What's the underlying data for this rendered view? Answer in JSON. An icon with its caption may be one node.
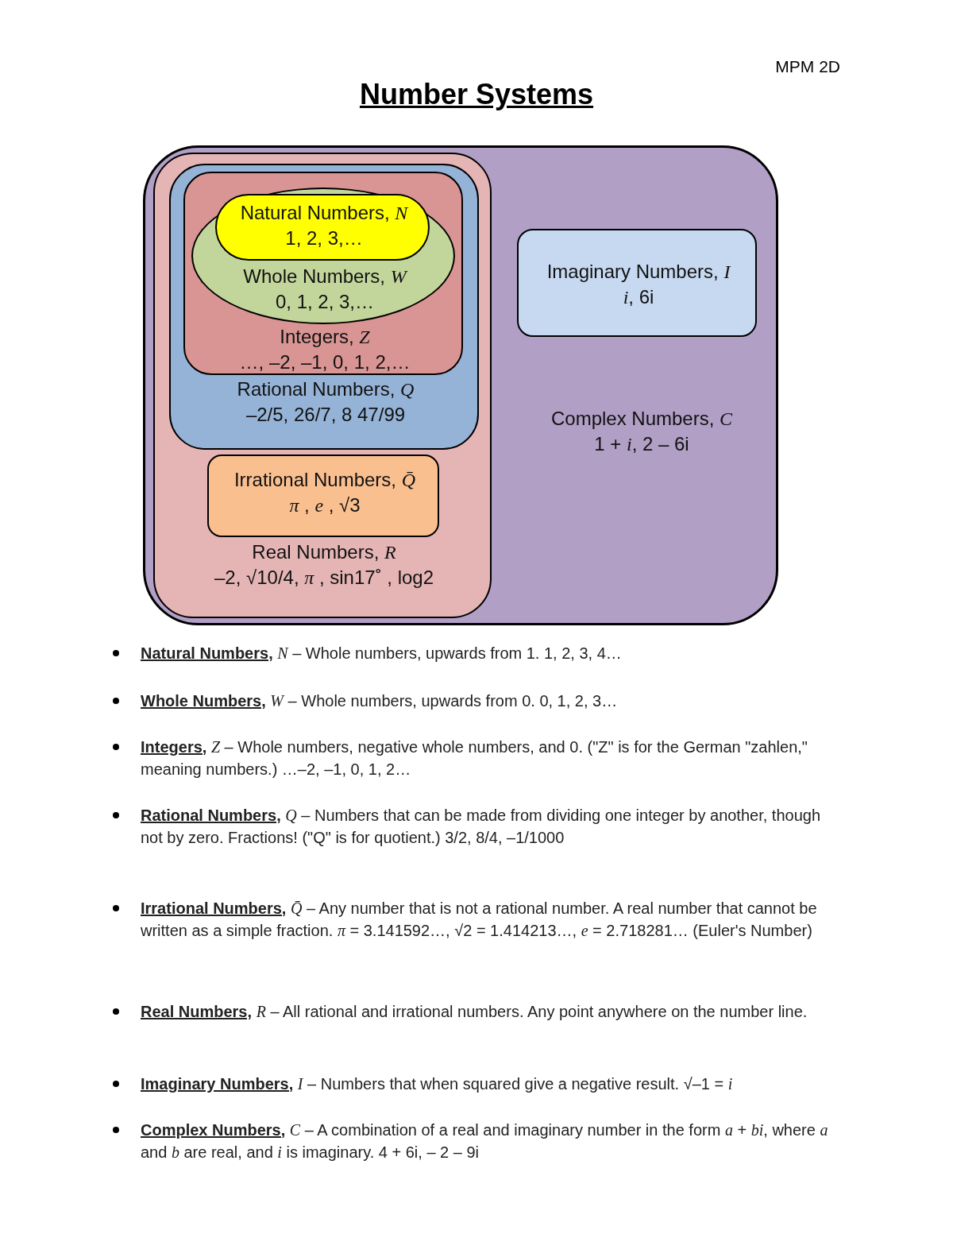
{
  "diagram": {
    "title": "Number Systems",
    "nodes": [
      {
        "text": [
          "Complex Numbers, *C*",
          "1 + *i*, 2 – 6i"
        ]
      },
      {
        "text": [
          "Real Numbers, *R*",
          "–2, √10/4, *π* , sin17˚ , log2"
        ],
        "in": 0
      },
      {
        "text": [
          "Rational Numbers, *Q*",
          "–2/5, 26/7, 8 47/99"
        ],
        "in": 1
      },
      {
        "text": [
          "Integers, *Z*",
          "…, –2, –1, 0, 1, 2,…"
        ],
        "in": 2
      },
      {
        "text": [
          "Whole Numbers, *W*",
          "0, 1, 2, 3,…"
        ],
        "in": 3
      },
      {
        "text": [
          "Natural Numbers, *N*",
          "1, 2, 3,…"
        ],
        "in": 4
      },
      {
        "text": [
          "Irrational Numbers, *Q̄*",
          "*π* , *e* , √3"
        ],
        "in": 1
      },
      {
        "text": [
          "Imaginary Numbers, *I*",
          "*i*, 6i"
        ],
        "in": 0
      }
    ],
    "labels": [
      "MPM 2D",
      "**Natural Numbers,** *N* – Whole numbers, upwards from 1.  1, 2, 3, 4…",
      "**Whole Numbers,** *W* – Whole numbers, upwards from 0.  0, 1, 2, 3…",
      "**Integers,** *Z* – Whole numbers, negative whole numbers, and 0.  (\"Z\" is for the German \"zahlen,\" meaning numbers.)  …–2, –1, 0, 1, 2…",
      "**Rational Numbers,** *Q* – Numbers that can be made from dividing one integer by another, though not by zero.  Fractions!  (\"Q\" is for quotient.)  3/2, 8/4, –1/1000",
      "**Irrational Numbers,** *Q̄* – Any number that is not a rational number.  A real number that cannot be written as a simple fraction.  *π* = 3.141592…, √2 = 1.414213…, *e* = 2.718281… (Euler's Number)",
      "**Real Numbers,** *R* – All rational and irrational numbers.  Any point anywhere on the number line.",
      "**Imaginary Numbers,** *I* – Numbers that when squared give a negative result.  √–1 = *i*",
      "**Complex Numbers,** *C* – A combination of a real and imaginary number in the form *a* + *bi*, where *a* and *b* are real, and *i* is imaginary.  4 + 6i, – 2 – 9i"
    ]
  }
}
